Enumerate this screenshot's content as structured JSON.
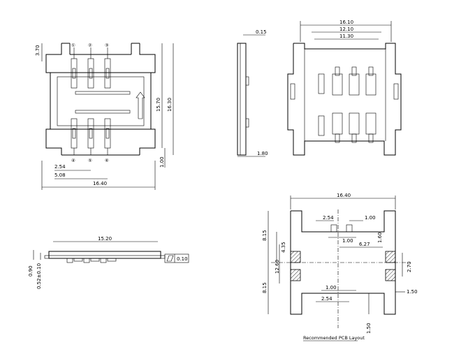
{
  "views": {
    "top_view": {
      "dimensions": [
        "3.70",
        "15.70",
        "16.30",
        "1.00",
        "2.54",
        "5.08",
        "16.40"
      ],
      "pin_labels": [
        "①",
        "②",
        "③",
        "④",
        "⑤",
        "⑥"
      ]
    },
    "side_view": {
      "dimensions": [
        "0.15",
        "1.80"
      ]
    },
    "bottom_view": {
      "dimensions": [
        "16.10",
        "12.10",
        "11.30"
      ]
    },
    "front_view": {
      "dimensions": [
        "15.20",
        "0.90",
        "0.52±0.10"
      ],
      "flatness_value": "0.10"
    },
    "pcb_layout": {
      "dimensions": [
        "16.40",
        "2.54",
        "1.00",
        "8.15",
        "4.35",
        "1.00",
        "1.60",
        "6.27",
        "12.60",
        "2.70",
        "8.15",
        "1.00",
        "1.50",
        "2.54",
        "1.50"
      ],
      "title": "Recommended PCB Layout"
    }
  }
}
